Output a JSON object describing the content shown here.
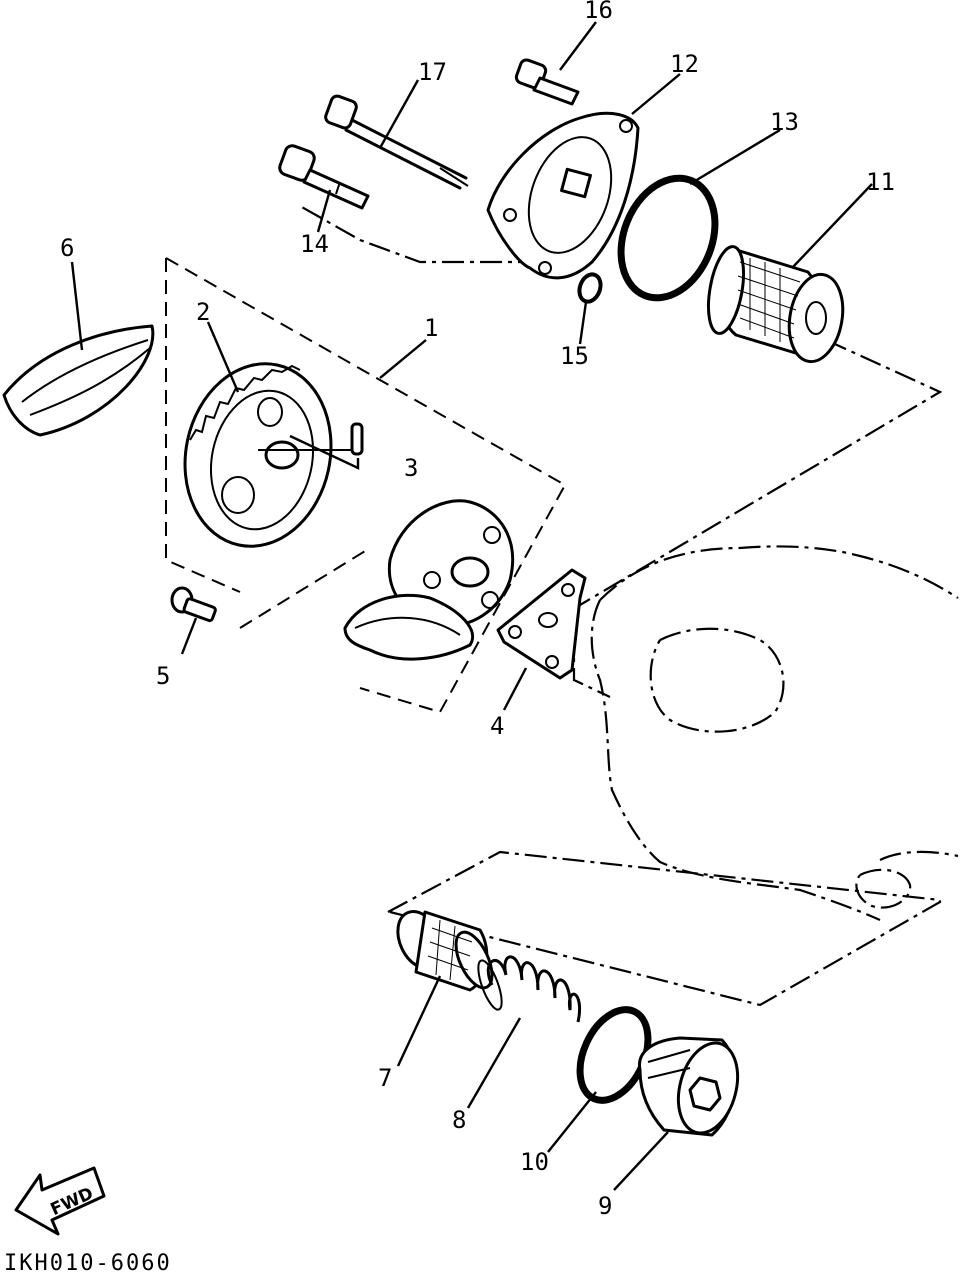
{
  "diagram": {
    "part_labels": [
      {
        "id": "p1",
        "text": "1"
      },
      {
        "id": "p2",
        "text": "2"
      },
      {
        "id": "p3",
        "text": "3"
      },
      {
        "id": "p4",
        "text": "4"
      },
      {
        "id": "p5",
        "text": "5"
      },
      {
        "id": "p6",
        "text": "6"
      },
      {
        "id": "p7",
        "text": "7"
      },
      {
        "id": "p8",
        "text": "8"
      },
      {
        "id": "p9",
        "text": "9"
      },
      {
        "id": "p10",
        "text": "10"
      },
      {
        "id": "p11",
        "text": "11"
      },
      {
        "id": "p12",
        "text": "12"
      },
      {
        "id": "p13",
        "text": "13"
      },
      {
        "id": "p14",
        "text": "14"
      },
      {
        "id": "p15",
        "text": "15"
      },
      {
        "id": "p16",
        "text": "16"
      },
      {
        "id": "p17",
        "text": "17"
      }
    ],
    "direction_badge": "FWD",
    "drawing_code": "IKH010-6060"
  }
}
